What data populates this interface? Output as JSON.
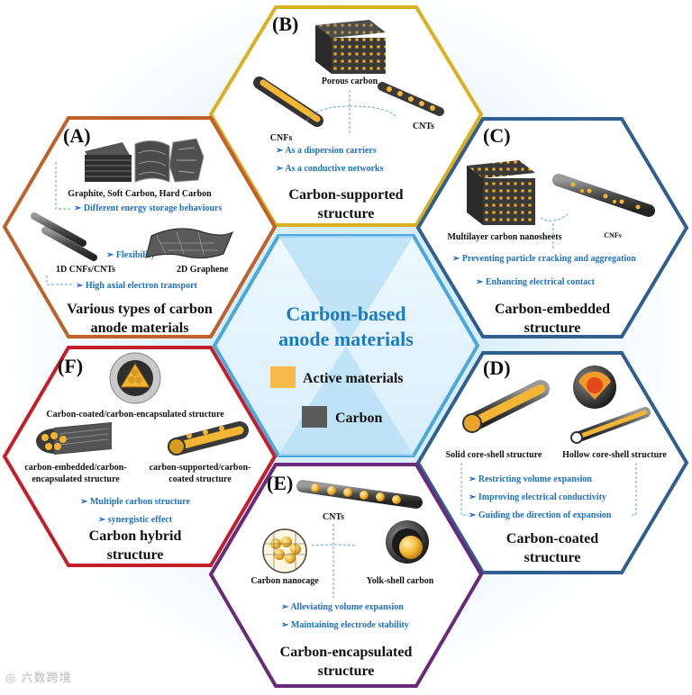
{
  "colors": {
    "hex_A": "#c0602a",
    "hex_B": "#d8b020",
    "hex_C": "#2f5f8f",
    "hex_D": "#2f5f8f",
    "hex_E": "#6a2a7a",
    "hex_F": "#c41e2a",
    "center": "#4aa8dc",
    "active": "#f6b94a",
    "carbon": "#5a5a5a",
    "feature_text": "#1f6fc0",
    "center_text": "#1a7cc4"
  },
  "center": {
    "title_line1": "Carbon-based",
    "title_line2": "anode materials",
    "legend_active": "Active materials",
    "legend_carbon": "Carbon"
  },
  "hexA": {
    "letter": "(A)",
    "label_graphite": "Graphite, Soft Carbon, Hard Carbon",
    "feature_1": "Different energy storage behaviours",
    "feature_flex": "Flexibility",
    "label_1d": "1D CNFs/CNTs",
    "label_2d": "2D Graphene",
    "feature_2": "High axial electron transport",
    "title_line1": "Various types of carbon",
    "title_line2": "anode materials"
  },
  "hexB": {
    "letter": "(B)",
    "label_porous": "Porous carbon",
    "label_cnfs": "CNFs",
    "label_cnts": "CNTs",
    "feature_1": "As a dispersion carriers",
    "feature_2": "As a conductive networks",
    "title_line1": "Carbon-supported",
    "title_line2": "structure"
  },
  "hexC": {
    "letter": "(C)",
    "label_nanosheets": "Multilayer carbon nanosheets",
    "label_cnfs": "CNFs",
    "feature_1": "Preventing particle cracking and aggregation",
    "feature_2": "Enhancing electrical contact",
    "title_line1": "Carbon-embedded",
    "title_line2": "structure"
  },
  "hexD": {
    "letter": "(D)",
    "label_solid": "Solid core-shell structure",
    "label_hollow": "Hollow core-shell structure",
    "feature_1": "Restricting volume expansion",
    "feature_2": "Improving electrical conductivity",
    "feature_3": "Guiding the direction of expansion",
    "title_line1": "Carbon-coated",
    "title_line2": "structure"
  },
  "hexE": {
    "letter": "(E)",
    "label_cnts": "CNTs",
    "label_nanocage": "Carbon nanocage",
    "label_yolk": "Yolk-shell carbon",
    "feature_1": "Alleviating volume expansion",
    "feature_2": "Maintaining electrode stability",
    "title_line1": "Carbon-encapsulated",
    "title_line2": "structure"
  },
  "hexF": {
    "letter": "(F)",
    "label_coated": "Carbon-coated/carbon-encapsulated  structure",
    "label_embedded_1": "carbon-embedded/carbon-",
    "label_embedded_2": "encapsulated structure",
    "label_supported_1": "carbon-supported/carbon-",
    "label_supported_2": "coated structure",
    "feature_1": "Multiple carbon structure",
    "feature_2": "synergistic effect",
    "title_line1": "Carbon hybrid",
    "title_line2": "structure"
  },
  "watermark": "六数跨境"
}
